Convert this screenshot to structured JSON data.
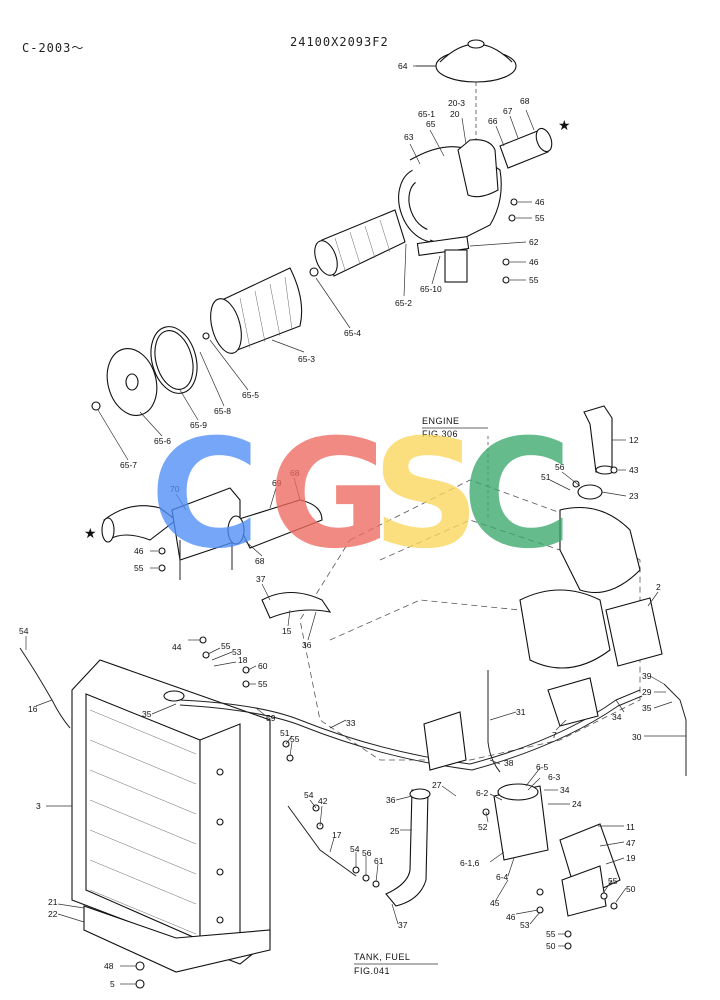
{
  "header": {
    "model_code": "C-2003～",
    "drawing_number": "24100X2093F2"
  },
  "watermark": {
    "letters": [
      "C",
      "G",
      "S",
      "C"
    ],
    "colors": [
      "#4f8ef7",
      "#ee6a5f",
      "#fbd65a",
      "#3aa86b"
    ]
  },
  "references": {
    "engine_title": "ENGINE",
    "engine_fig": "FIG.306",
    "tank_title": "TANK, FUEL",
    "tank_fig": "FIG.041"
  },
  "markers": {
    "star": "★"
  },
  "callouts": {
    "c64": "64",
    "c20_3": "20-3",
    "c20": "20",
    "c65_1": "65-1",
    "c65": "65",
    "c63": "63",
    "c66": "66",
    "c67": "67",
    "c68_top": "68",
    "c46_a": "46",
    "c55_a": "55",
    "c62": "62",
    "c46_b": "46",
    "c55_b": "55",
    "c65_10": "65-10",
    "c65_2": "65-2",
    "c65_4": "65-4",
    "c65_3": "65-3",
    "c65_5": "65-5",
    "c65_8": "65-8",
    "c65_9": "65-9",
    "c65_6": "65-6",
    "c65_7": "65-7",
    "c12": "12",
    "c43": "43",
    "c56_a": "56",
    "c51_a": "51",
    "c23": "23",
    "c70": "70",
    "c69": "69",
    "c68_mid": "68",
    "c46_c": "46",
    "c55_c": "55",
    "c68_low": "68",
    "c37_a": "37",
    "c15": "15",
    "c36_a": "36",
    "c2": "2",
    "c54_a": "54",
    "c44": "44",
    "c55_d": "55",
    "c53_a": "53",
    "c18": "18",
    "c60": "60",
    "c55_e": "55",
    "c16": "16",
    "c35_a": "35",
    "c59": "59",
    "c33": "33",
    "c31": "31",
    "c7": "7",
    "c34_a": "34",
    "c39": "39",
    "c29": "29",
    "c35_b": "35",
    "c30": "30",
    "c3": "3",
    "c51_b": "51",
    "c55_f": "55",
    "c38": "38",
    "c6_5": "6-5",
    "c6_3": "6-3",
    "c27": "27",
    "c6_2": "6-2",
    "c34_b": "34",
    "c24": "24",
    "c36_b": "36",
    "c54_b": "54",
    "c42": "42",
    "c52": "52",
    "c25": "25",
    "c17": "17",
    "c11": "11",
    "c47": "47",
    "c6_1_6": "6-1,6",
    "c19": "19",
    "c54_c": "54",
    "c56_b": "56",
    "c61": "61",
    "c6_4": "6-4",
    "c55_g": "55",
    "c50_a": "50",
    "c45": "45",
    "c46_d": "46",
    "c53_b": "53",
    "c21": "21",
    "c22": "22",
    "c37_b": "37",
    "c55_h": "55",
    "c50_b": "50",
    "c48": "48",
    "c5": "5"
  }
}
